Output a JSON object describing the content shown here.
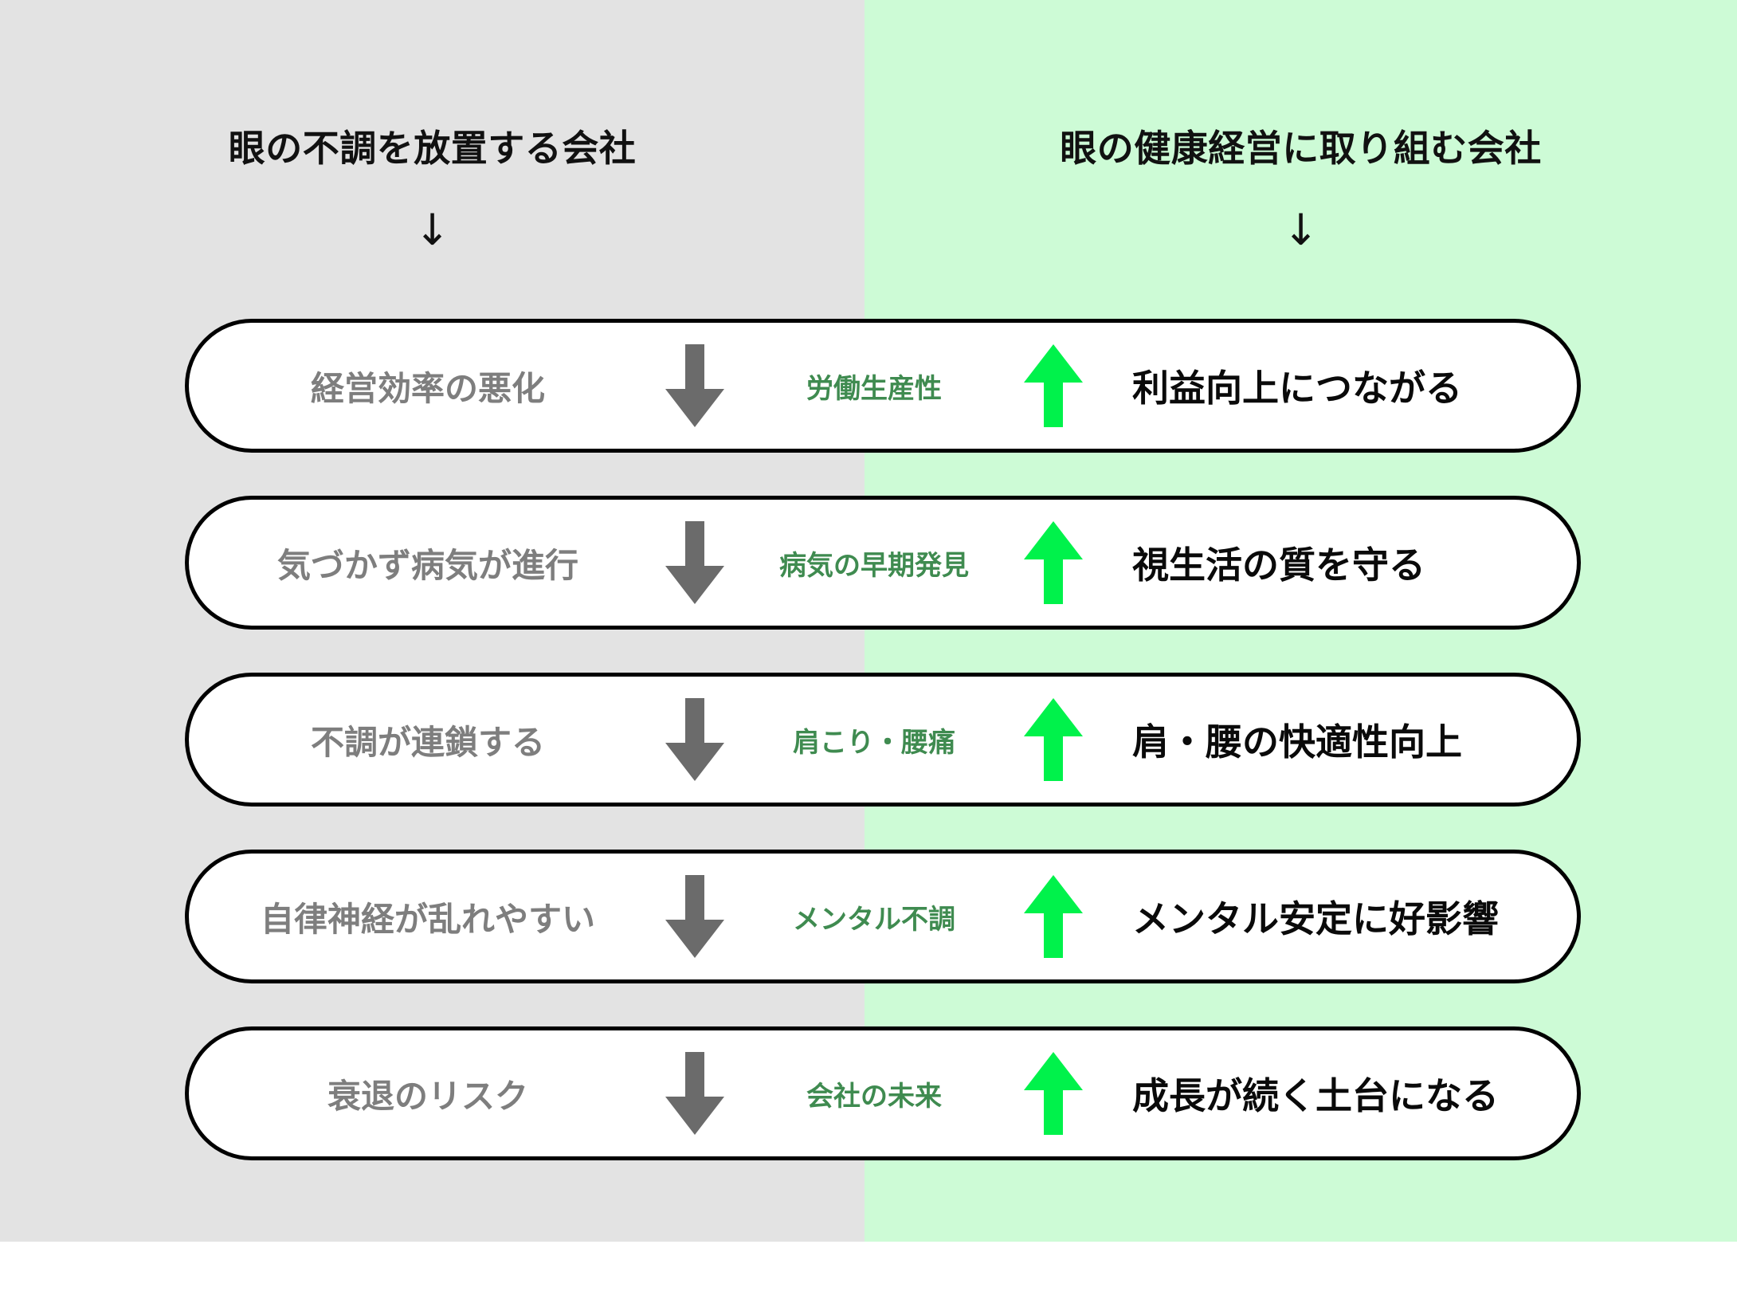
{
  "colors": {
    "left_panel_bg": "#E3E3E3",
    "right_panel_bg": "#CDFBD6",
    "pill_bg": "#FFFFFF",
    "pill_border": "#000000",
    "negative_text": "#7E7E7E",
    "topic_text": "#3F8B50",
    "positive_text": "#0A0A0A",
    "down_arrow": "#6B6B6B",
    "up_arrow": "#00F24B",
    "heading_text": "#111111"
  },
  "headings": {
    "left": "眼の不調を放置する会社",
    "right": "眼の健康経営に取り組む会社",
    "left_marker": "↓",
    "right_marker": "↓"
  },
  "rows": [
    {
      "negative": "経営効率の悪化",
      "topic": "労働生産性",
      "positive": "利益向上につながる"
    },
    {
      "negative": "気づかず病気が進行",
      "topic": "病気の早期発見",
      "positive": "視生活の質を守る"
    },
    {
      "negative": "不調が連鎖する",
      "topic": "肩こり・腰痛",
      "positive": "肩・腰の快適性向上"
    },
    {
      "negative": "自律神経が乱れやすい",
      "topic": "メンタル不調",
      "positive": "メンタル安定に好影響"
    },
    {
      "negative": "衰退のリスク",
      "topic": "会社の未来",
      "positive": "成長が続く土台になる"
    }
  ]
}
